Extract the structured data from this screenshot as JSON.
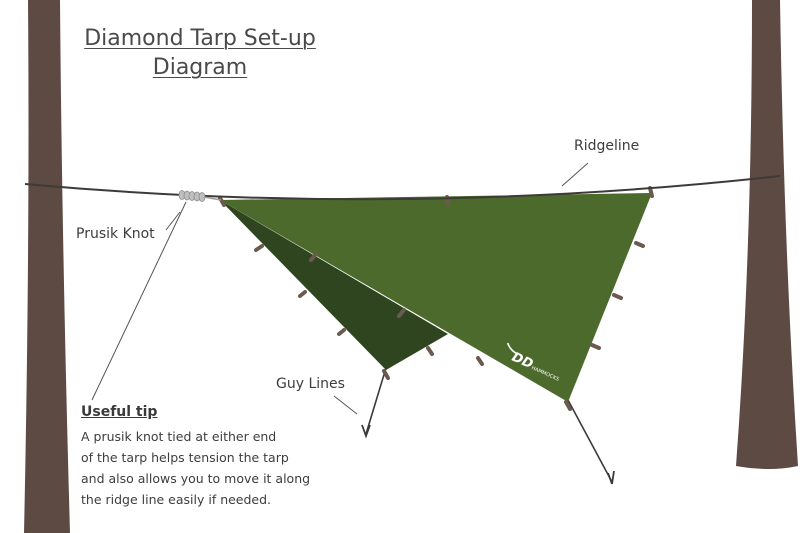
{
  "title": {
    "line1": "Diamond Tarp Set-up",
    "line2": "Diagram"
  },
  "labels": {
    "ridgeline": "Ridgeline",
    "prusik_knot": "Prusik Knot",
    "guy_lines": "Guy Lines"
  },
  "brand": {
    "mark": "DD",
    "name": "HAMMOCKS"
  },
  "tip": {
    "heading": "Useful tip",
    "lines": [
      "A prusik knot tied at either end",
      "of the tarp helps tension the tarp",
      "and also allows you to move it along",
      "the ridge line easily if needed."
    ]
  },
  "colors": {
    "tree": "#5d4b43",
    "tarp_front": "#4c6a2b",
    "tarp_back": "#2f4520",
    "tie_tab": "#6b5a4f",
    "rope": "#3e3a37",
    "leader": "#555555"
  }
}
